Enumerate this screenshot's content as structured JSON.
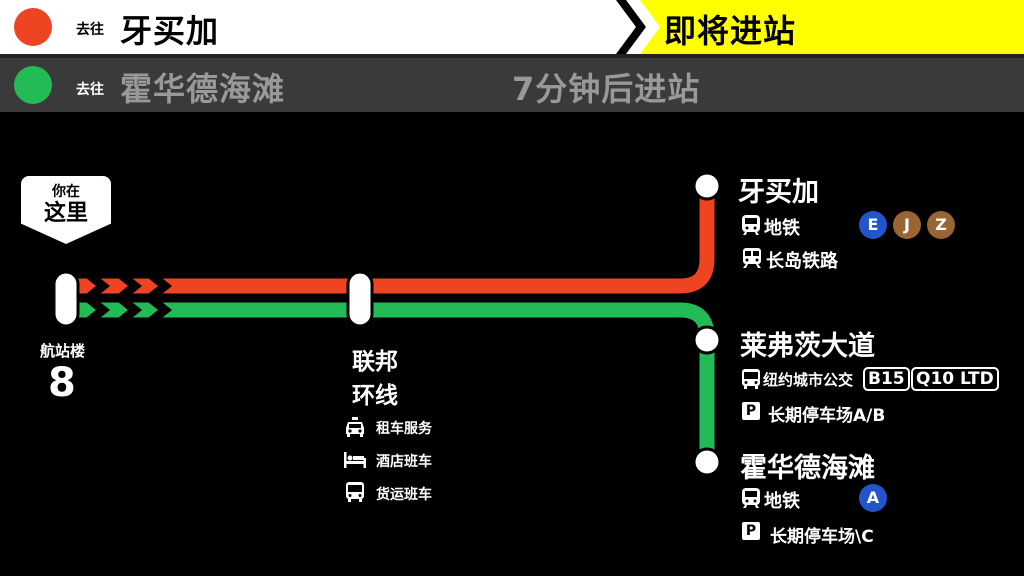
{
  "header": {
    "row1": {
      "go_label": "去往",
      "destination": "牙买加",
      "status": "即将进站",
      "line_color": "#ee4422"
    },
    "row2": {
      "go_label": "去往",
      "destination": "霍华德海滩",
      "status": "7分钟后进站",
      "line_color": "#22bb55"
    }
  },
  "you_are_here": {
    "line1": "你在",
    "line2": "这里"
  },
  "origin": {
    "label": "航站楼",
    "number": "8"
  },
  "federal_circle": {
    "name_line1": "联邦",
    "name_line2": "环线",
    "services": [
      "租车服务",
      "酒店班车",
      "货运班车"
    ]
  },
  "stations": {
    "jamaica": {
      "name": "牙买加",
      "subway_label": "地铁",
      "subway_lines": [
        {
          "letter": "E",
          "color": "#2255cc"
        },
        {
          "letter": "J",
          "color": "#996633"
        },
        {
          "letter": "Z",
          "color": "#996633"
        }
      ],
      "rail_label": "长岛铁路"
    },
    "lefferts": {
      "name": "莱弗茨大道",
      "bus_label": "纽约城市公交",
      "bus_routes": [
        "B15",
        "Q10 LTD"
      ],
      "parking_label": "长期停车场A/B"
    },
    "howard_beach": {
      "name": "霍华德海滩",
      "subway_label": "地铁",
      "subway_lines": [
        {
          "letter": "A",
          "color": "#2255cc"
        }
      ],
      "parking_label": "长期停车场\\C"
    }
  },
  "parking_symbol": "P",
  "icons": [
    "subway-icon",
    "rail-icon",
    "bus-icon",
    "parking-icon",
    "taxi-icon",
    "hotel-bed-icon"
  ]
}
